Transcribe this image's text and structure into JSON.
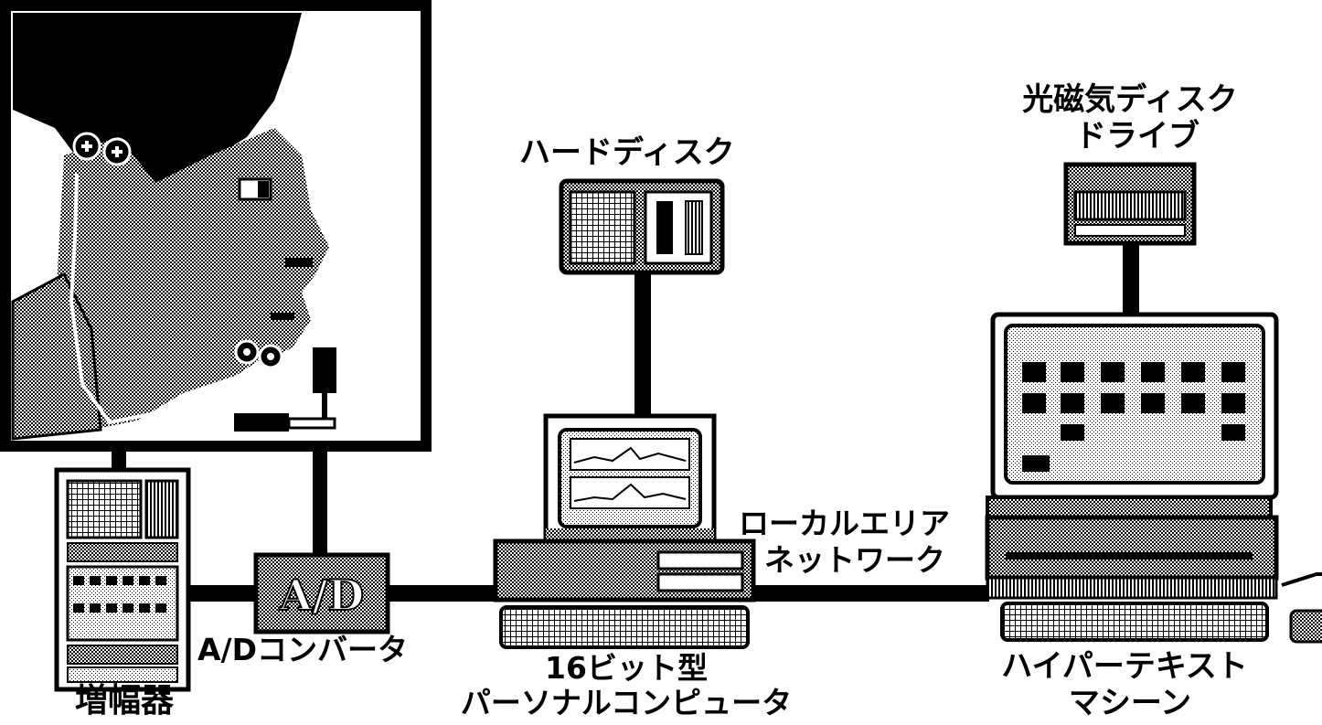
{
  "labels": {
    "amplifier": "増幅器",
    "ad_converter": "A/Dコンバータ",
    "ad_box": "A/D",
    "pc_line1": "16ビット型",
    "pc_line2": "パーソナルコンピュータ",
    "hard_disk": "ハードディスク",
    "lan_line1": "ローカルエリア",
    "lan_line2": "ネットワーク",
    "mo_line1": "光磁気ディスク",
    "mo_line2": "ドライブ",
    "hyper_line1": "ハイパーテキスト",
    "hyper_line2": "マシーン"
  },
  "colors": {
    "ink": "#000000",
    "paper": "#ffffff",
    "halftone": "#8a8a8a",
    "screen": "#bdbdbd"
  }
}
